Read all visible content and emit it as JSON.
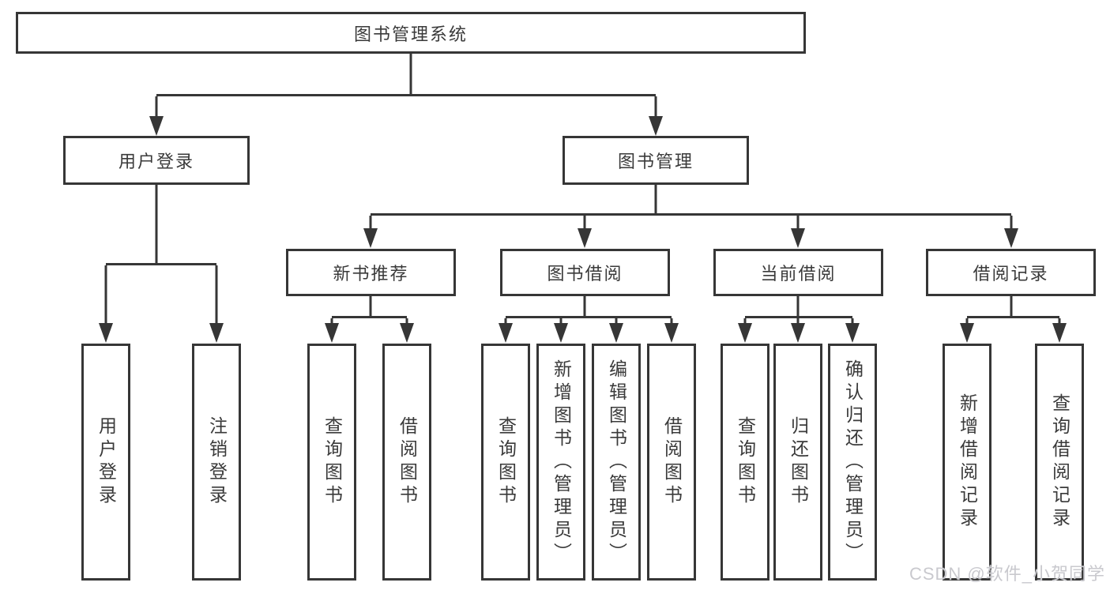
{
  "diagram": {
    "root": {
      "label": "图书管理系统"
    },
    "branches": [
      {
        "label": "用户登录",
        "children": [
          {
            "label": "用户登录"
          },
          {
            "label": "注销登录"
          }
        ]
      },
      {
        "label": "图书管理",
        "children": [
          {
            "label": "新书推荐",
            "children": [
              {
                "label": "查询图书"
              },
              {
                "label": "借阅图书"
              }
            ]
          },
          {
            "label": "图书借阅",
            "children": [
              {
                "label": "查询图书"
              },
              {
                "label": "新增图书（管理员）"
              },
              {
                "label": "编辑图书（管理员）"
              },
              {
                "label": "借阅图书"
              }
            ]
          },
          {
            "label": "当前借阅",
            "children": [
              {
                "label": "查询图书"
              },
              {
                "label": "归还图书"
              },
              {
                "label": "确认归还（管理员）"
              }
            ]
          },
          {
            "label": "借阅记录",
            "children": [
              {
                "label": "新增借阅记录"
              },
              {
                "label": "查询借阅记录"
              }
            ]
          }
        ]
      }
    ]
  },
  "watermark": "CSDN @软件_小贺同学",
  "colors": {
    "line": "#363636",
    "text": "#3a3a3a",
    "background": "#ffffff",
    "watermark": "#c9c9ce"
  }
}
